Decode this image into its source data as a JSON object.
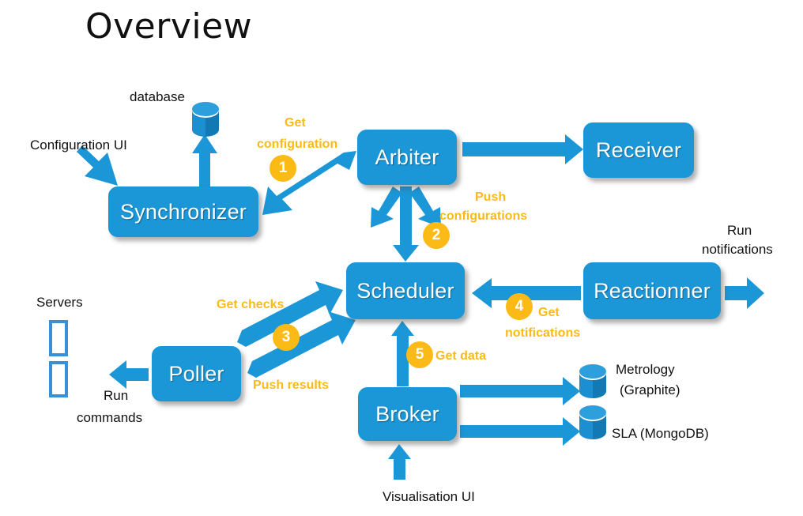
{
  "page": {
    "title": "Overview",
    "background": "#ffffff",
    "node_color": "#1B96D6",
    "accent_color": "#FCBA16",
    "arrow_color": "#1B96D6",
    "text_color": "#111111"
  },
  "nodes": [
    {
      "id": "synchronizer",
      "label": "Synchronizer"
    },
    {
      "id": "arbiter",
      "label": "Arbiter"
    },
    {
      "id": "receiver",
      "label": "Receiver"
    },
    {
      "id": "scheduler",
      "label": "Scheduler"
    },
    {
      "id": "reactionner",
      "label": "Reactionner"
    },
    {
      "id": "poller",
      "label": "Poller"
    },
    {
      "id": "broker",
      "label": "Broker"
    }
  ],
  "stores": [
    {
      "id": "database",
      "label": "database"
    },
    {
      "id": "metrology",
      "label_line1": "Metrology",
      "label_line2": "(Graphite)"
    },
    {
      "id": "sla",
      "label": "SLA (MongoDB)"
    }
  ],
  "plain_labels": {
    "configuration_ui": "Configuration UI",
    "servers": "Servers",
    "run_commands_line1": "Run",
    "run_commands_line2": "commands",
    "run_notifications_line1": "Run",
    "run_notifications_line2": "notifications",
    "visualisation_ui": "Visualisation UI"
  },
  "flows": [
    {
      "step": "1",
      "label_line1": "Get",
      "label_line2": "configuration",
      "from": "arbiter",
      "to": "synchronizer"
    },
    {
      "step": "2",
      "label_line1": "Push",
      "label_line2": "configurations",
      "from": "arbiter",
      "to": "scheduler"
    },
    {
      "step": "3",
      "label_line1": "Get checks",
      "label_line2": "Push  results",
      "from": "poller",
      "to": "scheduler"
    },
    {
      "step": "4",
      "label_line1": "Get",
      "label_line2": "notifications",
      "from": "reactionner",
      "to": "scheduler"
    },
    {
      "step": "5",
      "label_line1": "Get data",
      "label_line2": "",
      "from": "broker",
      "to": "scheduler"
    }
  ]
}
